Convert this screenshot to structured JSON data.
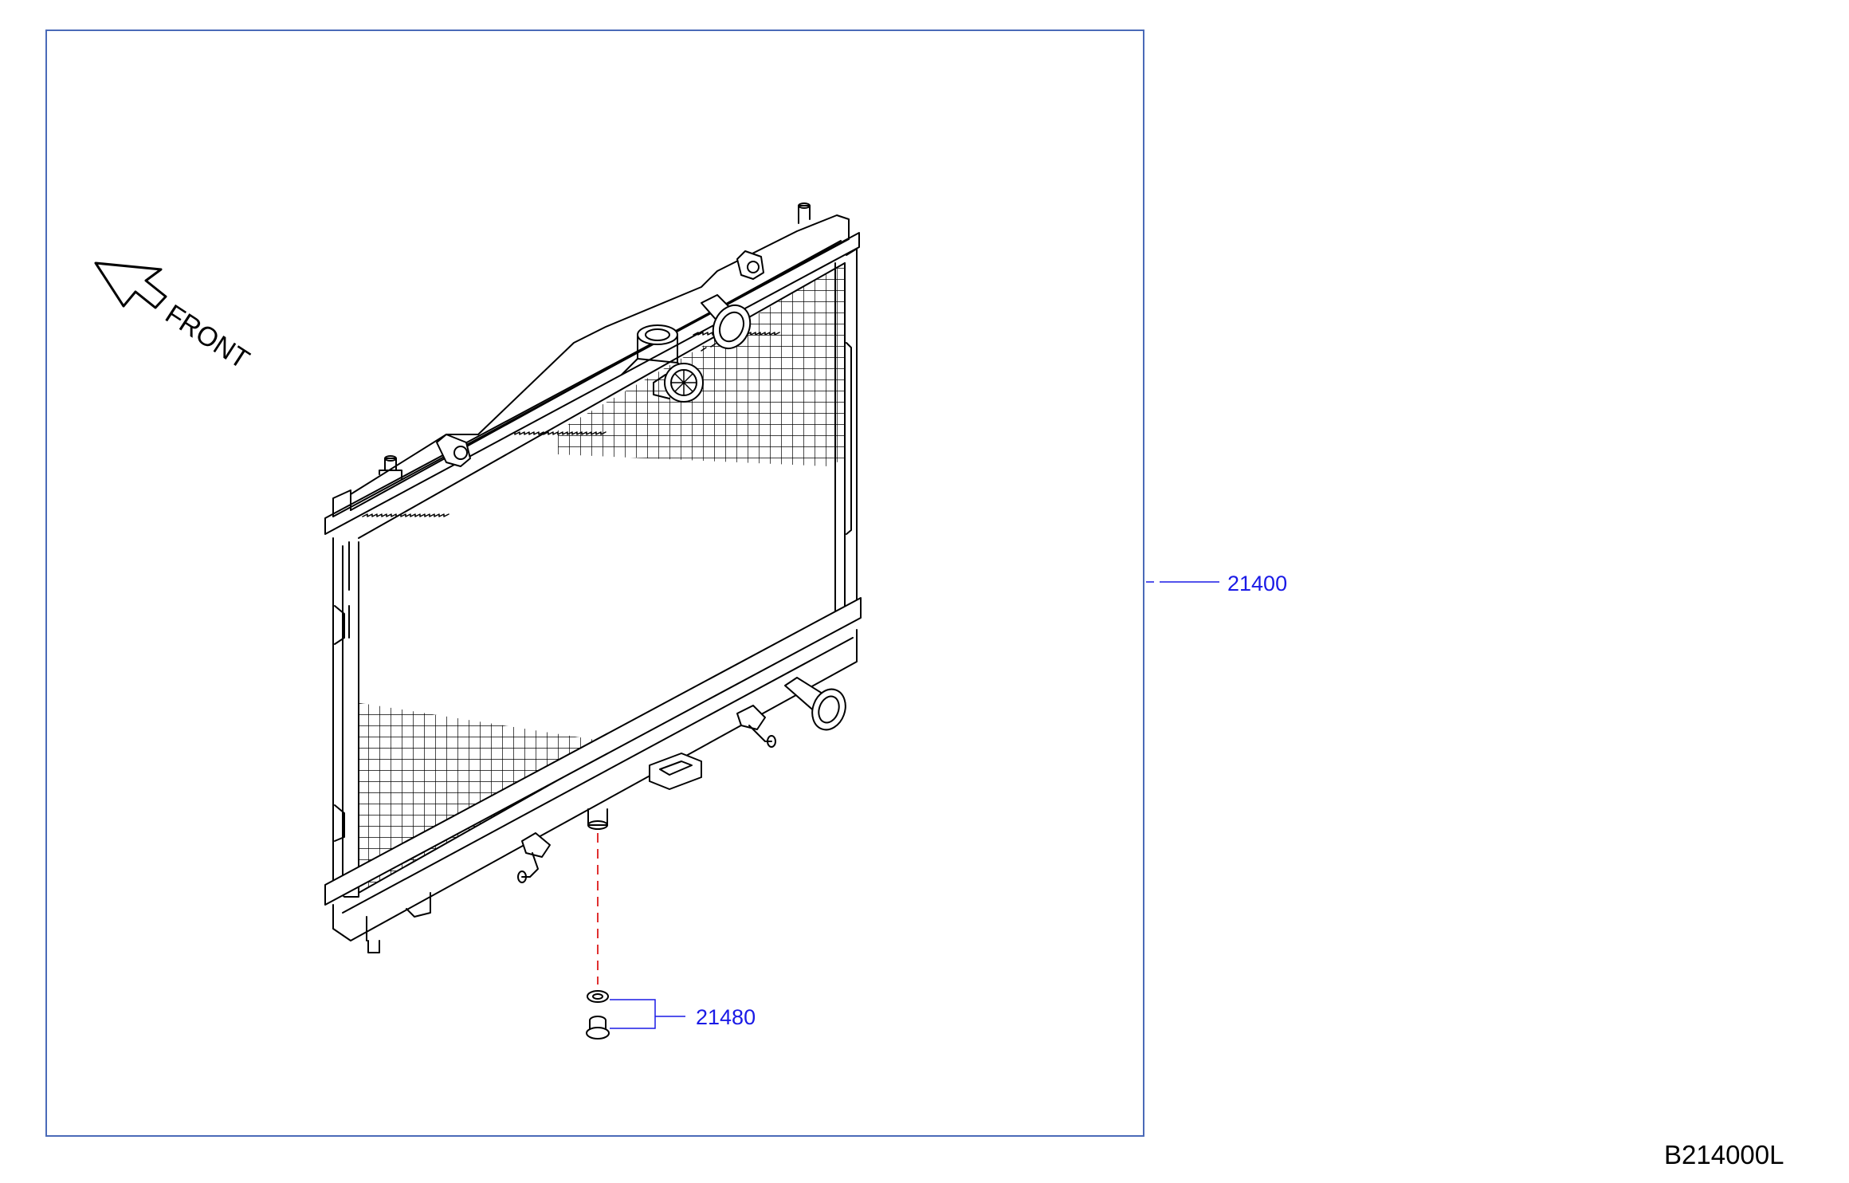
{
  "direction_label": "FRONT",
  "callouts": [
    {
      "part_number": "21400"
    },
    {
      "part_number": "21480"
    }
  ],
  "diagram_code": "B214000L",
  "colors": {
    "frame": "#4a6ab8",
    "callout_text": "#1a1ae6",
    "leader_line": "#1a1ae6",
    "dashed_guide": "#e03030",
    "linework": "#000000"
  }
}
